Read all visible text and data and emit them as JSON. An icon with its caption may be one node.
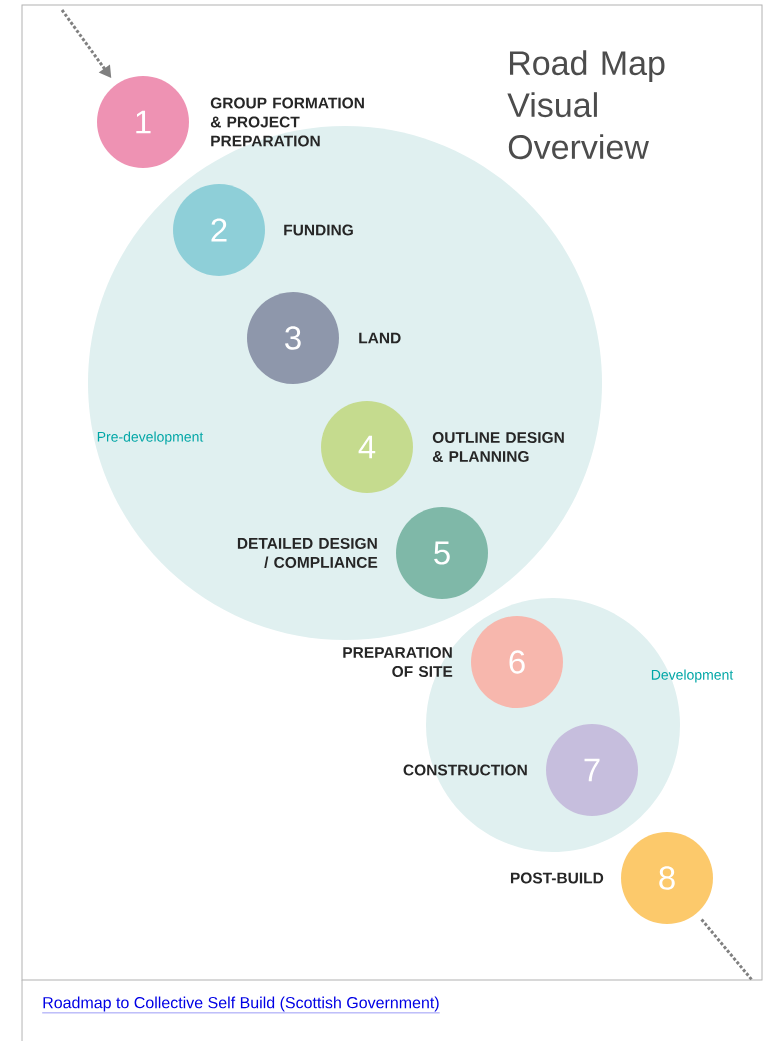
{
  "diagram": {
    "title": "Road Map Visual Overview",
    "caption": "Roadmap to Collective Self Build (Scottish Government)",
    "nodes": [
      {
        "text": [
          "1"
        ],
        "beside": [
          "GROUP FORMATION & PROJECT PREPARATION"
        ]
      },
      {
        "text": [
          "Pre-development"
        ]
      },
      {
        "text": [
          "2"
        ],
        "beside": [
          "FUNDING"
        ],
        "in": 1
      },
      {
        "text": [
          "3"
        ],
        "beside": [
          "LAND"
        ],
        "in": 1
      },
      {
        "text": [
          "4"
        ],
        "beside": [
          "OUTLINE DESIGN & PLANNING"
        ],
        "in": 1
      },
      {
        "text": [
          "5"
        ],
        "beside": [
          "DETAILED DESIGN / COMPLIANCE"
        ],
        "in": 1
      },
      {
        "text": [
          "Development"
        ]
      },
      {
        "text": [
          "6"
        ],
        "beside": [
          "PREPARATION OF SITE"
        ],
        "in": 6
      },
      {
        "text": [
          "7"
        ],
        "beside": [
          "CONSTRUCTION"
        ],
        "in": 6
      },
      {
        "text": [
          "8"
        ],
        "beside": [
          "POST-BUILD"
        ]
      }
    ],
    "edges": [
      {
        "from": null,
        "to": 0,
        "arrow": "to",
        "style": "dashed"
      },
      {
        "from": 9,
        "to": null,
        "arrow": "none",
        "style": "dashed"
      }
    ]
  }
}
